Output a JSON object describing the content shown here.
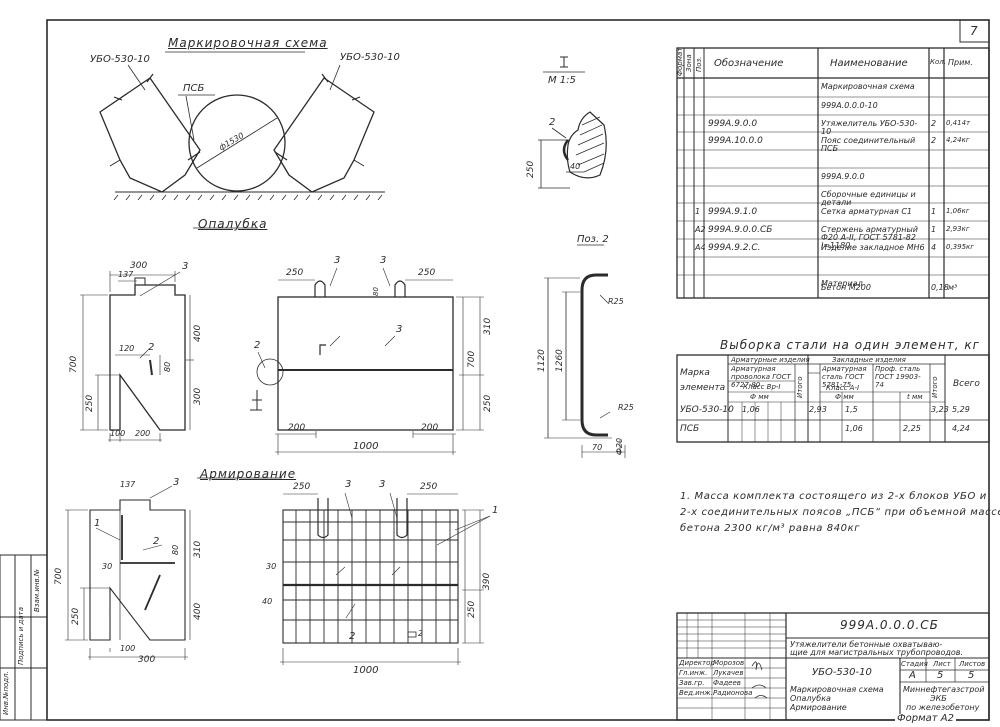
{
  "sheet": {
    "number": "7",
    "format_label": "Формат А2"
  },
  "views": {
    "marking_title": "Маркировочная схема",
    "formwork_title": "Опалубка",
    "reinforcement_title": "Армирование",
    "section_mark": "I",
    "section_scale": "М 1:5",
    "position_title": "Поз. 2"
  },
  "marking": {
    "left_block": "УБО-530-10",
    "right_block": "УБО-530-10",
    "belt": "ПСБ",
    "pipe_dia": "ф1530"
  },
  "formwork": {
    "side": {
      "w_top": "300",
      "w_top_part": "137",
      "pos_top": "3",
      "h_total": "700",
      "h_upper": "400",
      "h_lower": "300",
      "w_mid": "120",
      "h_notch": "80",
      "pos_mid": "2",
      "h_low": "250",
      "b_left": "100",
      "b_right": "200"
    },
    "front": {
      "l_left": "250",
      "l_right": "250",
      "pos_left": "3",
      "pos_right": "3",
      "h_lug": "80",
      "pos_mid": "3",
      "h_right": "310",
      "h_total": "700",
      "h_low": "250",
      "pos_bottom": "2",
      "b_left": "200",
      "b_right": "200",
      "l_total": "1000",
      "sec_mark": "I"
    }
  },
  "section": {
    "pos": "2",
    "h": "250",
    "t": "40"
  },
  "pos2": {
    "r_top": "R25",
    "h1": "1120",
    "h2": "1260",
    "r_bot": "R25",
    "w": "70",
    "t": "Ф20"
  },
  "reinf": {
    "side": {
      "w_top": "137",
      "pos_top": "3",
      "pos_side": "1",
      "pos_mid": "2",
      "h1": "80",
      "h2": "310",
      "h_total": "700",
      "h3": "30",
      "h4": "250",
      "h5": "400",
      "b_left": "100",
      "b_total": "300"
    },
    "front": {
      "l1": "250",
      "l2": "250",
      "p3a": "3",
      "p3b": "3",
      "p1": "1",
      "h1": "30",
      "h2": "40",
      "pos2": "2",
      "h_right": "390",
      "h_low": "250",
      "pos_mark": "2",
      "l_total": "1000"
    }
  },
  "spec": {
    "headers": {
      "format": "Формат",
      "zone": "Зона",
      "pos": "Поз.",
      "designation": "Обозначение",
      "name": "Наименование",
      "qty": "Кол.",
      "note": "Прим."
    },
    "rows": [
      {
        "pos": "",
        "des": "",
        "name": "Маркировочная схема",
        "qty": "",
        "note": ""
      },
      {
        "pos": "",
        "des": "",
        "name": "999А.0.0.0-10",
        "qty": "",
        "note": ""
      },
      {
        "pos": "",
        "des": "999А.9.0.0",
        "name": "Утяжелитель УБО-530-10",
        "qty": "2",
        "note": "0,414т"
      },
      {
        "pos": "",
        "des": "999А.10.0.0",
        "name": "Пояс соединительный ПСБ",
        "qty": "2",
        "note": "4,24кг"
      },
      {
        "pos": "",
        "des": "",
        "name": "",
        "qty": "",
        "note": ""
      },
      {
        "pos": "",
        "des": "",
        "name": "999А.9.0.0",
        "qty": "",
        "note": ""
      },
      {
        "pos": "",
        "des": "",
        "name": "Сборочные единицы и детали",
        "qty": "",
        "note": ""
      },
      {
        "pos": "1",
        "des": "999А.9.1.0",
        "name": "Сетка арматурная С1",
        "qty": "1",
        "note": "1,06кг"
      },
      {
        "pos": "А2",
        "des": "999А.9.0.0.СБ",
        "name": "Стержень арматурный Ф20 А-II, ГОСТ 5781-82 l=1180",
        "qty": "1",
        "note": "2,93кг"
      },
      {
        "pos": "А4",
        "des": "999А.9.2.С.",
        "name": "Изделие закладное МН6",
        "qty": "4",
        "note": "0,395кг"
      },
      {
        "pos": "",
        "des": "",
        "name": "",
        "qty": "",
        "note": ""
      },
      {
        "pos": "",
        "des": "",
        "name": "Материал",
        "qty": "",
        "note": ""
      },
      {
        "pos": "",
        "des": "",
        "name": "Бетон М200",
        "qty": "0,18",
        "note": "м³"
      }
    ]
  },
  "steel": {
    "title": "Выборка стали на один элемент, кг",
    "h_mark": "Марка элемента",
    "h_rebar": "Арматурные изделия",
    "h_embedded": "Закладные изделия",
    "h_rebar_gost": "Арматурная проволока ГОСТ 6727-80",
    "h_class": "Класс Вр-I",
    "h_dia": "Ф мм",
    "h_total_col": "Итого",
    "h_emb1": "Арматурная сталь ГОСТ 5781-75",
    "h_emb_class": "Класс А-I",
    "h_emb2": "Проф. сталь ГОСТ 19903-74",
    "h_emb_dia": "Ф мм",
    "h_emb_b": "t мм",
    "h_all": "Всего",
    "rows": [
      {
        "mark": "УБО-530-10",
        "v1": "1,06",
        "v2": "",
        "v3": "2,93",
        "v4": "1,5",
        "v5": "",
        "v6": "3,23",
        "v7": "5,29"
      },
      {
        "mark": "ПСБ",
        "v1": "",
        "v2": "",
        "v3": "",
        "v4": "1,06",
        "v5": "2,25",
        "v6": "",
        "v7": "4,24"
      }
    ]
  },
  "note": {
    "line1": "1. Масса комплекта состоящего из 2-х блоков УБО и",
    "line2": "2-х соединительных поясов „ПСБ“ при объемной массе",
    "line3": "бетона 2300 кг/м³ равна 840кг"
  },
  "title_block": {
    "code": "999А.0.0.0.СБ",
    "desc1": "Утяжелители бетонные охватываю-",
    "desc2": "щие для магистральных трубопроводов.",
    "product": "УБО-530-10",
    "sheet_desc1": "Маркировочная схема",
    "sheet_desc2": "Опалубка",
    "sheet_desc3": "Армирование",
    "h_stage": "Стадия",
    "h_sheet": "Лист",
    "h_sheets": "Листов",
    "stage": "А",
    "sheet": "5",
    "sheets": "5",
    "org1": "Миннефтегазстрой",
    "org2": "ЭКБ",
    "org3": "по железобетону",
    "people": [
      {
        "role": "Директор",
        "name": "Морозов"
      },
      {
        "role": "Гл.инж.",
        "name": "Лукачев"
      },
      {
        "role": "Зав.гр.",
        "name": "Фадеев"
      },
      {
        "role": "Вед.инж.",
        "name": "Радионова"
      }
    ],
    "stamp_labels": [
      "Инв.№подл.",
      "Подпись и дата",
      "Взам.инв.№"
    ]
  }
}
